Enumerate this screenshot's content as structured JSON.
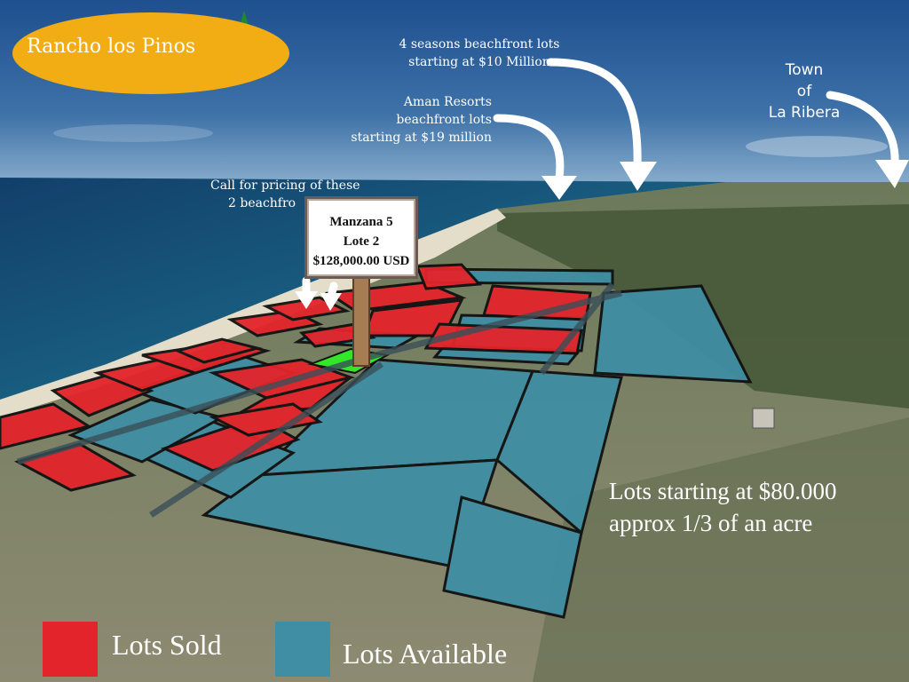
{
  "brand": {
    "name": "Rancho los Pinos"
  },
  "annotations": {
    "four_seasons_line1": "4 seasons beachfront lots",
    "four_seasons_line2": "starting at $10 Million",
    "aman_line1": "Aman Resorts",
    "aman_line2": "beachfront lots",
    "aman_line3": "starting at $19 million",
    "town_line1": "Town",
    "town_line2": "of",
    "town_line3": "La Ribera",
    "call_line1": "Call for pricing of these",
    "call_line2": "2 beachfro"
  },
  "sign": {
    "line1": "Manzana 5",
    "line2": "Lote 2",
    "line3": "$128,000.00 USD"
  },
  "promo": {
    "line1": "Lots starting at $80.000",
    "line2": "approx 1/3 of an acre"
  },
  "legend": {
    "sold_label": "Lots Sold",
    "available_label": "Lots Available"
  },
  "colors": {
    "sold": "#e3242b",
    "available": "#3f8ea3",
    "selected": "#33e62a",
    "logo": "#f2ad14"
  }
}
